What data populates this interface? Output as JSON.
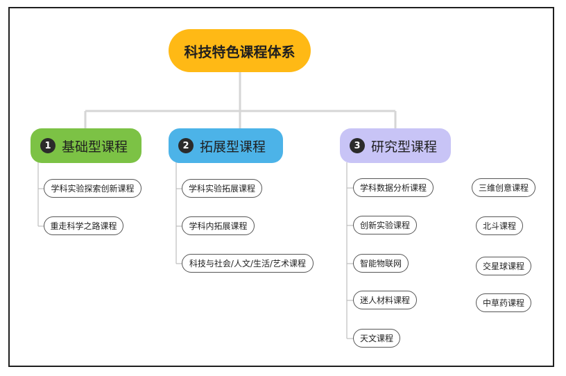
{
  "root": {
    "label": "科技特色课程体系"
  },
  "categories": [
    {
      "number": "1",
      "label": "基础型课程",
      "color": "#7cc245",
      "items": [
        "学科实验探索创新课程",
        "重走科学之路课程"
      ]
    },
    {
      "number": "2",
      "label": "拓展型课程",
      "color": "#4cb3e8",
      "items": [
        "学科实验拓展课程",
        "学科内拓展课程",
        "科技与社会/人文/生活/艺术课程"
      ]
    },
    {
      "number": "3",
      "label": "研究型课程",
      "color": "#c8c4f6",
      "items": [
        "学科数据分析课程",
        "创新实验课程",
        "智能物联网",
        "迷人材料课程",
        "天文课程",
        "三维创意课程",
        "北斗课程",
        "交星球课程",
        "中草药课程"
      ]
    }
  ],
  "colors": {
    "connector": "#d4d4d4",
    "leaf_line": "#bdbdbd"
  }
}
